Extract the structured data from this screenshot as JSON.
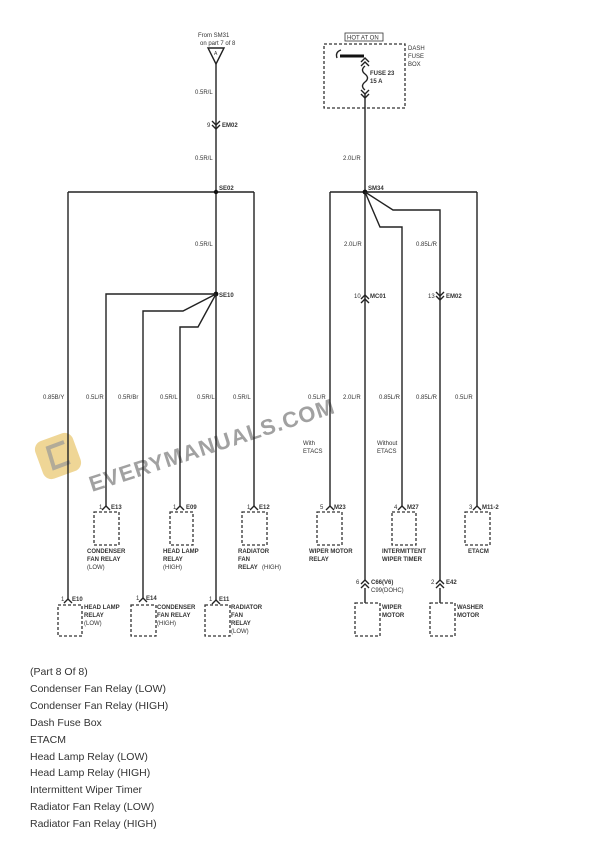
{
  "left": {
    "source": {
      "line1": "From SM31",
      "line2": "on part 7 of 8",
      "connector": "A"
    },
    "em02": {
      "pin": "9",
      "name": "EM02"
    },
    "wire_top": [
      "0.5R/L",
      "0.5R/L",
      "0.5R/L"
    ],
    "splices": [
      "SE02",
      "SE10"
    ],
    "branch_wires": [
      "0.85B/Y",
      "0.5L/R",
      "0.5R/Br",
      "0.5R/L",
      "0.5R/L",
      "0.5R/L"
    ],
    "components": [
      {
        "pin": "1",
        "conn": "E13",
        "l1": "CONDENSER",
        "l2": "FAN RELAY",
        "l3": "(LOW)"
      },
      {
        "pin": "1",
        "conn": "E09",
        "l1": "HEAD LAMP",
        "l2": "RELAY",
        "l3": "(HIGH)"
      },
      {
        "pin": "1",
        "conn": "E12",
        "l1": "RADIATOR",
        "l2": "FAN",
        "l3": "RELAY",
        "l4": "(HIGH)"
      },
      {
        "pin": "1",
        "conn": "E10",
        "l1": "HEAD LAMP",
        "l2": "RELAY",
        "l3": "(LOW)"
      },
      {
        "pin": "1",
        "conn": "E14",
        "l1": "CONDENSER",
        "l2": "FAN RELAY",
        "l3": "(HIGH)"
      },
      {
        "pin": "1",
        "conn": "E11",
        "l1": "RADIATOR",
        "l2": "FAN",
        "l3": "RELAY",
        "l4": "(LOW)"
      }
    ]
  },
  "right": {
    "hot": "HOT AT ON",
    "box": {
      "l1": "DASH",
      "l2": "FUSE",
      "l3": "BOX"
    },
    "fuse": {
      "l1": "FUSE 23",
      "l2": "15 A"
    },
    "wire_main": "2.0L/R",
    "splice": "SM34",
    "wire_mid": [
      "2.0L/R",
      "0.85L/R"
    ],
    "mc01": {
      "pin": "10",
      "name": "MC01"
    },
    "em02": {
      "pin": "13",
      "name": "EM02"
    },
    "branch_wires": [
      "0.5L/R",
      "2.0L/R",
      "0.85L/R",
      "0.85L/R",
      "0.5L/R"
    ],
    "notes": {
      "with1": "With",
      "with2": "ETACS",
      "without1": "Without",
      "without2": "ETACS"
    },
    "components": [
      {
        "pin": "5",
        "conn": "M23",
        "l1": "WIPER MOTOR",
        "l2": "RELAY"
      },
      {
        "pin": "4",
        "conn": "M27",
        "l1": "INTERMITTENT",
        "l2": "WIPER TIMER"
      },
      {
        "pin": "3",
        "conn": "M11-2",
        "l1": "ETACM"
      },
      {
        "pin": "6",
        "conn": "C66(V6)",
        "conn2": "C99(DOHC)",
        "l1": "WIPER",
        "l2": "MOTOR"
      },
      {
        "pin": "2",
        "conn": "E42",
        "l1": "WASHER",
        "l2": "MOTOR"
      }
    ]
  },
  "watermark": "EVERYMANUALS.COM",
  "caption": [
    "(Part 8 Of 8)",
    "Condenser Fan Relay (LOW)",
    "Condenser Fan Relay (HIGH)",
    "Dash Fuse Box",
    "ETACM",
    "Head Lamp Relay (LOW)",
    "Head Lamp Relay (HIGH)",
    "Intermittent Wiper Timer",
    "Radiator Fan Relay (LOW)",
    "Radiator Fan Relay (HIGH)"
  ]
}
